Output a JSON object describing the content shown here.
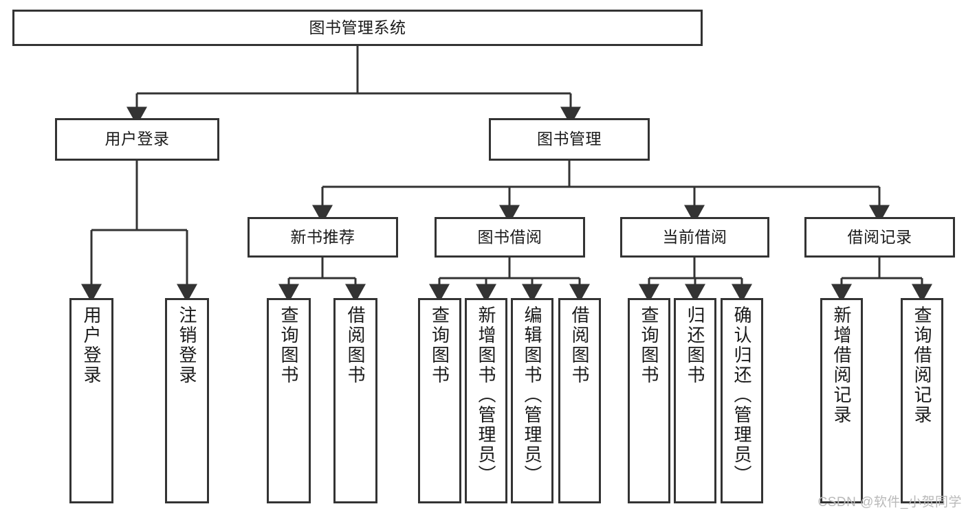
{
  "diagram": {
    "type": "hierarchy-tree",
    "title": "图书管理系统",
    "root": {
      "id": "root",
      "label": "图书管理系统"
    },
    "level1": [
      {
        "id": "user-login",
        "label": "用户登录"
      },
      {
        "id": "book-manage",
        "label": "图书管理"
      }
    ],
    "level2": [
      {
        "id": "new-book-rec",
        "label": "新书推荐",
        "parent": "book-manage"
      },
      {
        "id": "book-borrow",
        "label": "图书借阅",
        "parent": "book-manage"
      },
      {
        "id": "current-borrow",
        "label": "当前借阅",
        "parent": "book-manage"
      },
      {
        "id": "borrow-record",
        "label": "借阅记录",
        "parent": "book-manage"
      }
    ],
    "leaves": [
      {
        "id": "leaf-user-login",
        "label": "用户登录",
        "parent": "user-login"
      },
      {
        "id": "leaf-user-logout",
        "label": "注销登录",
        "parent": "user-login"
      },
      {
        "id": "leaf-query-book-1",
        "label": "查询图书",
        "parent": "new-book-rec"
      },
      {
        "id": "leaf-borrow-book-1",
        "label": "借阅图书",
        "parent": "new-book-rec"
      },
      {
        "id": "leaf-query-book-2",
        "label": "查询图书",
        "parent": "book-borrow"
      },
      {
        "id": "leaf-add-book",
        "label": "新增图书（管理员）",
        "parent": "book-borrow"
      },
      {
        "id": "leaf-edit-book",
        "label": "编辑图书（管理员）",
        "parent": "book-borrow"
      },
      {
        "id": "leaf-borrow-book-2",
        "label": "借阅图书",
        "parent": "book-borrow"
      },
      {
        "id": "leaf-query-book-3",
        "label": "查询图书",
        "parent": "current-borrow"
      },
      {
        "id": "leaf-return-book",
        "label": "归还图书",
        "parent": "current-borrow"
      },
      {
        "id": "leaf-confirm-return",
        "label": "确认归还（管理员）",
        "parent": "current-borrow"
      },
      {
        "id": "leaf-add-record",
        "label": "新增借阅记录",
        "parent": "borrow-record"
      },
      {
        "id": "leaf-query-record",
        "label": "查询借阅记录",
        "parent": "borrow-record"
      }
    ],
    "colors": {
      "background": "#ffffff",
      "border": "#333333",
      "text": "#1a1a1a",
      "connector": "#333333",
      "watermark": "#b9b9b9"
    }
  },
  "watermark": {
    "text": "CSDN @软件_小贺同学"
  }
}
